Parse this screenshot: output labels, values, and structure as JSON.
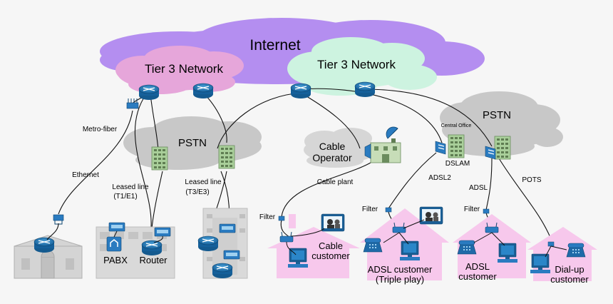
{
  "clouds": {
    "internet": "Internet",
    "tier3_left": "Tier 3 Network",
    "tier3_right": "Tier 3 Network",
    "pstn_left": "PSTN",
    "pstn_right": "PSTN",
    "central_office": "Central Office"
  },
  "operator": {
    "line1": "Cable",
    "line2": "Operator"
  },
  "labels": {
    "metro_fiber": "Metro-fiber",
    "ethernet": "Ethernet",
    "leased1_l1": "Leased line",
    "leased1_l2": "(T1/E1)",
    "leased2_l1": "Leased line",
    "leased2_l2": "(T3/E3)",
    "cable_plant": "Cable plant",
    "adsl2": "ADSL2",
    "dslam": "DSLAM",
    "adsl": "ADSL",
    "pots": "POTS",
    "filter1": "Filter",
    "filter2": "Filter",
    "filter3": "Filter"
  },
  "devices": {
    "pabx": "PABX",
    "router": "Router"
  },
  "customers": {
    "cable_l1": "Cable",
    "cable_l2": "customer",
    "adsl3_l1": "ADSL customer",
    "adsl3_l2": "(Triple play)",
    "adsl_l1": "ADSL",
    "adsl_l2": "customer",
    "dialup_l1": "Dial-up",
    "dialup_l2": "customer"
  },
  "colors": {
    "internet_cloud": "#b48ef0",
    "tier3_left": "#e6a6da",
    "tier3_right": "#cdf3e0",
    "pstn": "#c8c8c8",
    "router_blue": "#1f78b4",
    "building_green": "#a9cf9a",
    "house_pink": "#f7c8ec",
    "cable_operator": "#c7ddb8"
  }
}
